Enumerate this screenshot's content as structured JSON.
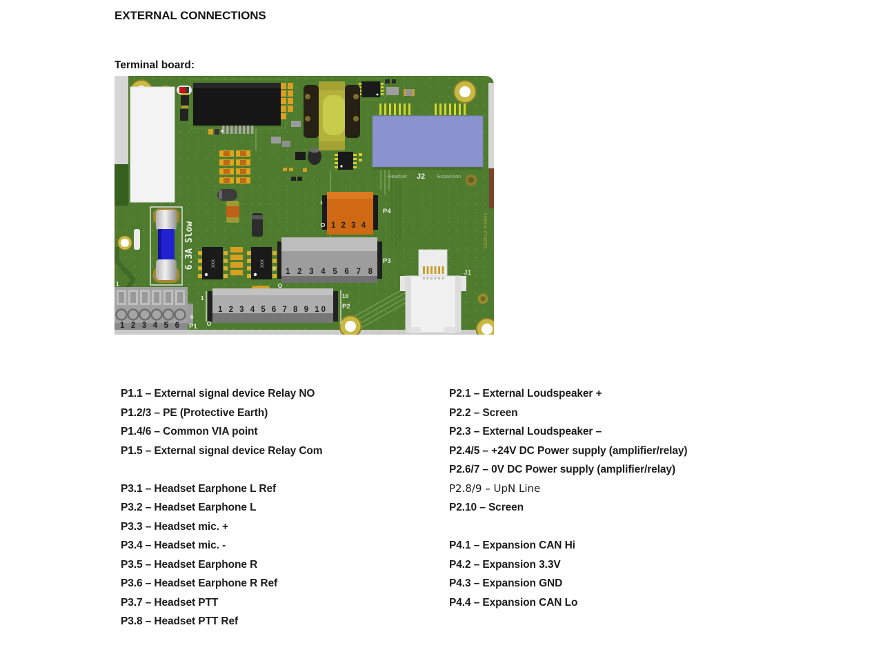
{
  "document": {
    "title": "EXTERNAL CONNECTIONS",
    "subtitle": "Terminal board:"
  },
  "board_silkscreen": {
    "fuse_rating": "6.3A Slow",
    "headset_zone": "Headset",
    "j2": "J2",
    "expansion_zone": "Expansion",
    "j1": "J1",
    "p1": "P1",
    "p2": "P2",
    "p3": "P3",
    "p4": "P4",
    "p1_pin_numbers": "1 2 3 4 5 6",
    "p2_pin_numbers": "1 2 3 4 5 6 7 8 9 10",
    "p3_pin_numbers": "1 2 3 4 5 6 7 8",
    "p4_pin_numbers": "1 2 3 4",
    "p1_first_pin": "1",
    "p1_last_pin": "6",
    "p2_first_pin": "1",
    "p2_last_pin": "10",
    "p3_first_pin": "1",
    "p4_first_pin": "1",
    "ic_marking": "XXX",
    "board_serial": "100612 R1841"
  },
  "pins": {
    "p1": [
      "P1.1 – External signal device Relay NO",
      "P1.2/3 – PE (Protective Earth)",
      "P1.4/6 – Common VIA point",
      "P1.5 – External signal device Relay Com"
    ],
    "p3": [
      "P3.1 – Headset Earphone L Ref",
      "P3.2 – Headset Earphone L",
      "P3.3 – Headset mic. +",
      "P3.4 – Headset mic. -",
      "P3.5 – Headset Earphone R",
      "P3.6 – Headset Earphone R Ref",
      "P3.7 – Headset PTT",
      "P3.8 – Headset PTT Ref"
    ],
    "p2": [
      "P2.1 – External Loudspeaker +",
      "P2.2 – Screen",
      "P2.3 – External Loudspeaker –",
      "P2.4/5 – +24V DC Power supply (amplifier/relay)",
      "P2.6/7 – 0V DC Power supply (amplifier/relay)",
      "P2.8/9 – UpN Line",
      "P2.10 – Screen"
    ],
    "p4": [
      "P4.1 – Expansion CAN Hi",
      "P4.2 – Expansion 3.3V",
      "P4.3 – Expansion GND",
      "P4.4 – Expansion CAN Lo"
    ]
  },
  "colors": {
    "pcb_green": "#4e7b2d",
    "connector_blue": "#8a93cd",
    "connector_orange": "#cf6913",
    "fuse_blue": "#2121cf",
    "text": "#1c1c1c"
  }
}
